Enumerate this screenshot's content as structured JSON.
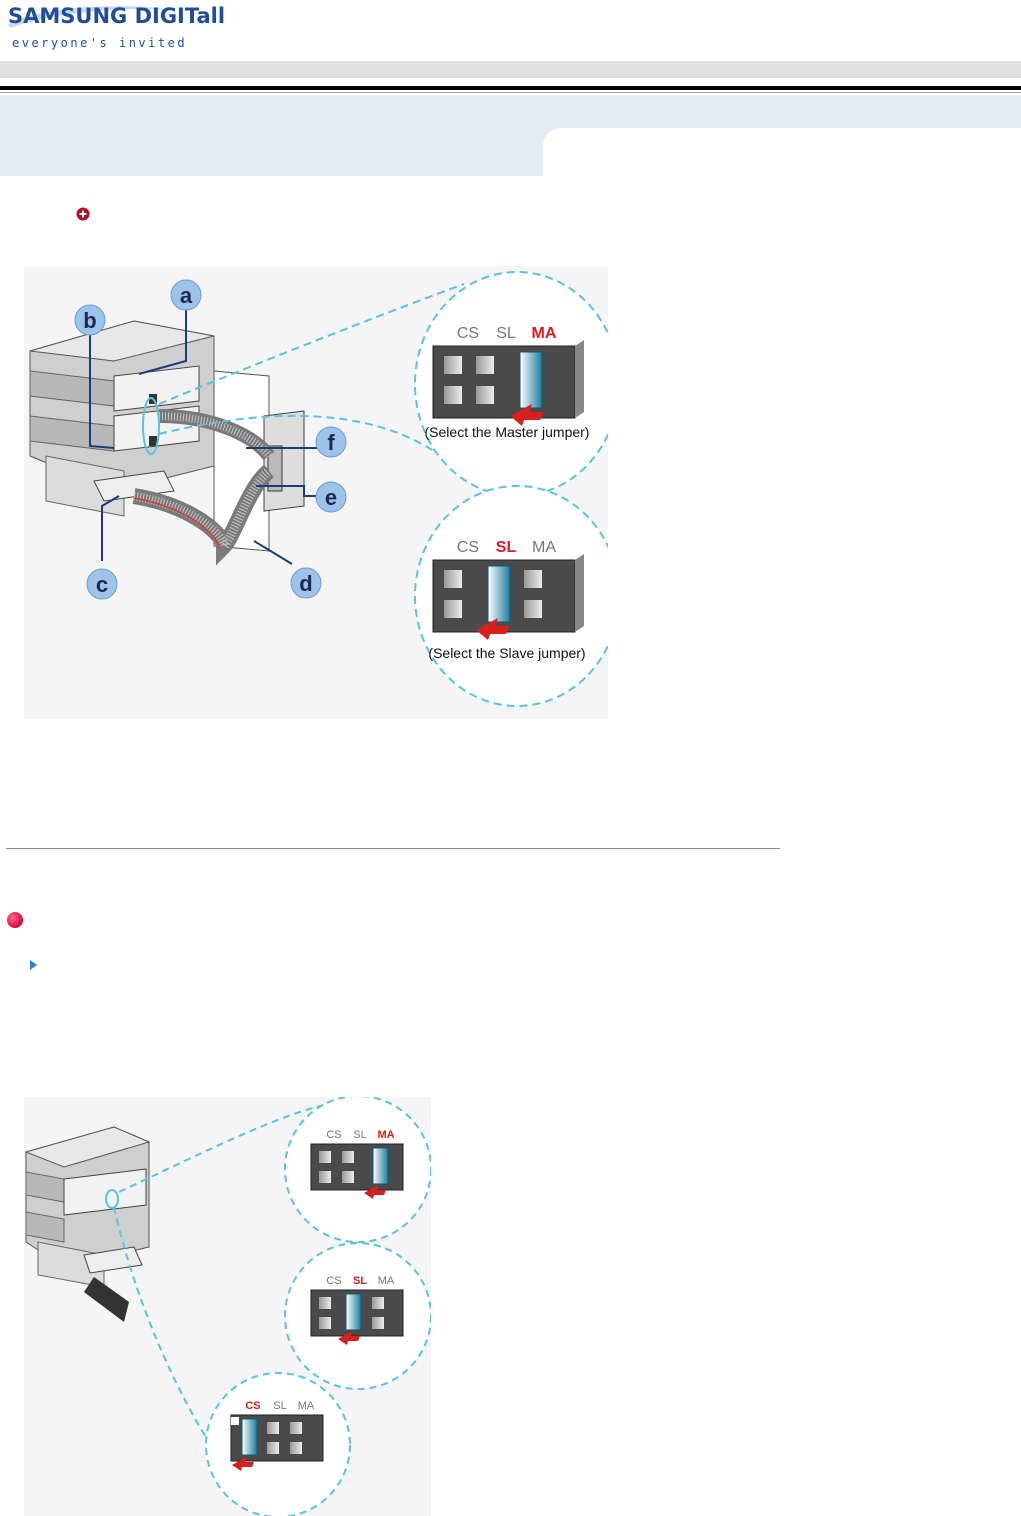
{
  "header": {
    "logo_text": "SAMSUNG DIGITall",
    "tagline": "everyone's invited"
  },
  "icons": {
    "section_bullet": "plus-circle-icon",
    "section_dot": "pink-dot-icon",
    "sub_bullet": "triangle-right-icon"
  },
  "colors": {
    "brand_blue": "#1f4e96",
    "title_band": "#e2ecf2",
    "highlight_red": "#d81e1e",
    "callout_blue": "#7fa8d8",
    "dash_cyan": "#5bc2e0"
  },
  "figure1": {
    "callouts": {
      "a": "a",
      "b": "b",
      "c": "c",
      "d": "d",
      "e": "e",
      "f": "f"
    },
    "master": {
      "cs": "CS",
      "sl": "SL",
      "ma": "MA",
      "caption": "(Select the Master jumper)"
    },
    "slave": {
      "cs": "CS",
      "sl": "SL",
      "ma": "MA",
      "caption": "(Select the Slave jumper)"
    }
  },
  "figure2": {
    "master": {
      "cs": "CS",
      "sl": "SL",
      "ma": "MA"
    },
    "slave": {
      "cs": "CS",
      "sl": "SL",
      "ma": "MA"
    },
    "cable_select": {
      "cs": "CS",
      "sl": "SL",
      "ma": "MA"
    }
  }
}
